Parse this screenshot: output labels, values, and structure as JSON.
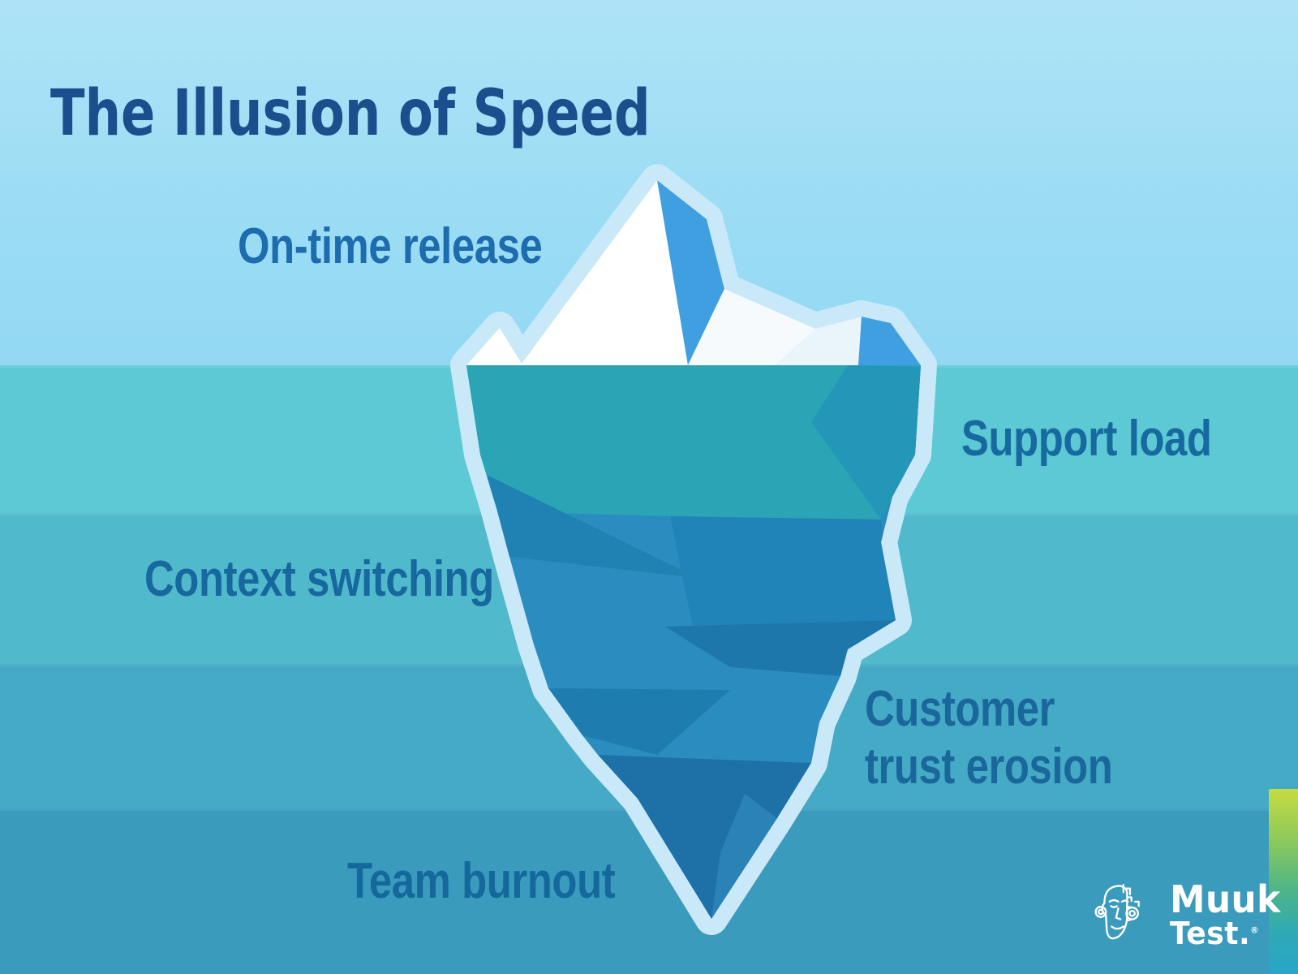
{
  "title": "The Illusion of Speed",
  "labels": {
    "on_time": "On-time release",
    "support": "Support load",
    "context": "Context switching",
    "customer_line1": "Customer",
    "customer_line2": "trust erosion",
    "team": "Team burnout"
  },
  "brand": {
    "name_top": "Muuk",
    "name_bottom": "Test.",
    "registered_mark": "®"
  },
  "colors": {
    "sky_top": "#aee3f7",
    "sky_bottom": "#93d8f3",
    "water_band_1": "#5cc9d4",
    "water_band_2": "#50bacc",
    "water_band_3": "#45aac5",
    "water_band_4": "#3a9bbd",
    "title_text": "#1b4e8c",
    "label_text": "#1a6aa4",
    "iceberg_outline": "#c9e9f9",
    "iceberg_white": "#ffffff",
    "iceberg_pale_facet": "#e9f4fb",
    "iceberg_blue_facet": "#409fe0",
    "iceberg_teal_top": "#2ba4b6",
    "iceberg_deep_blue": "#1d71a7",
    "accent_strip_top": "#c6dc40",
    "accent_strip_bottom": "#29a5c9",
    "logo_text": "#ffffff"
  }
}
